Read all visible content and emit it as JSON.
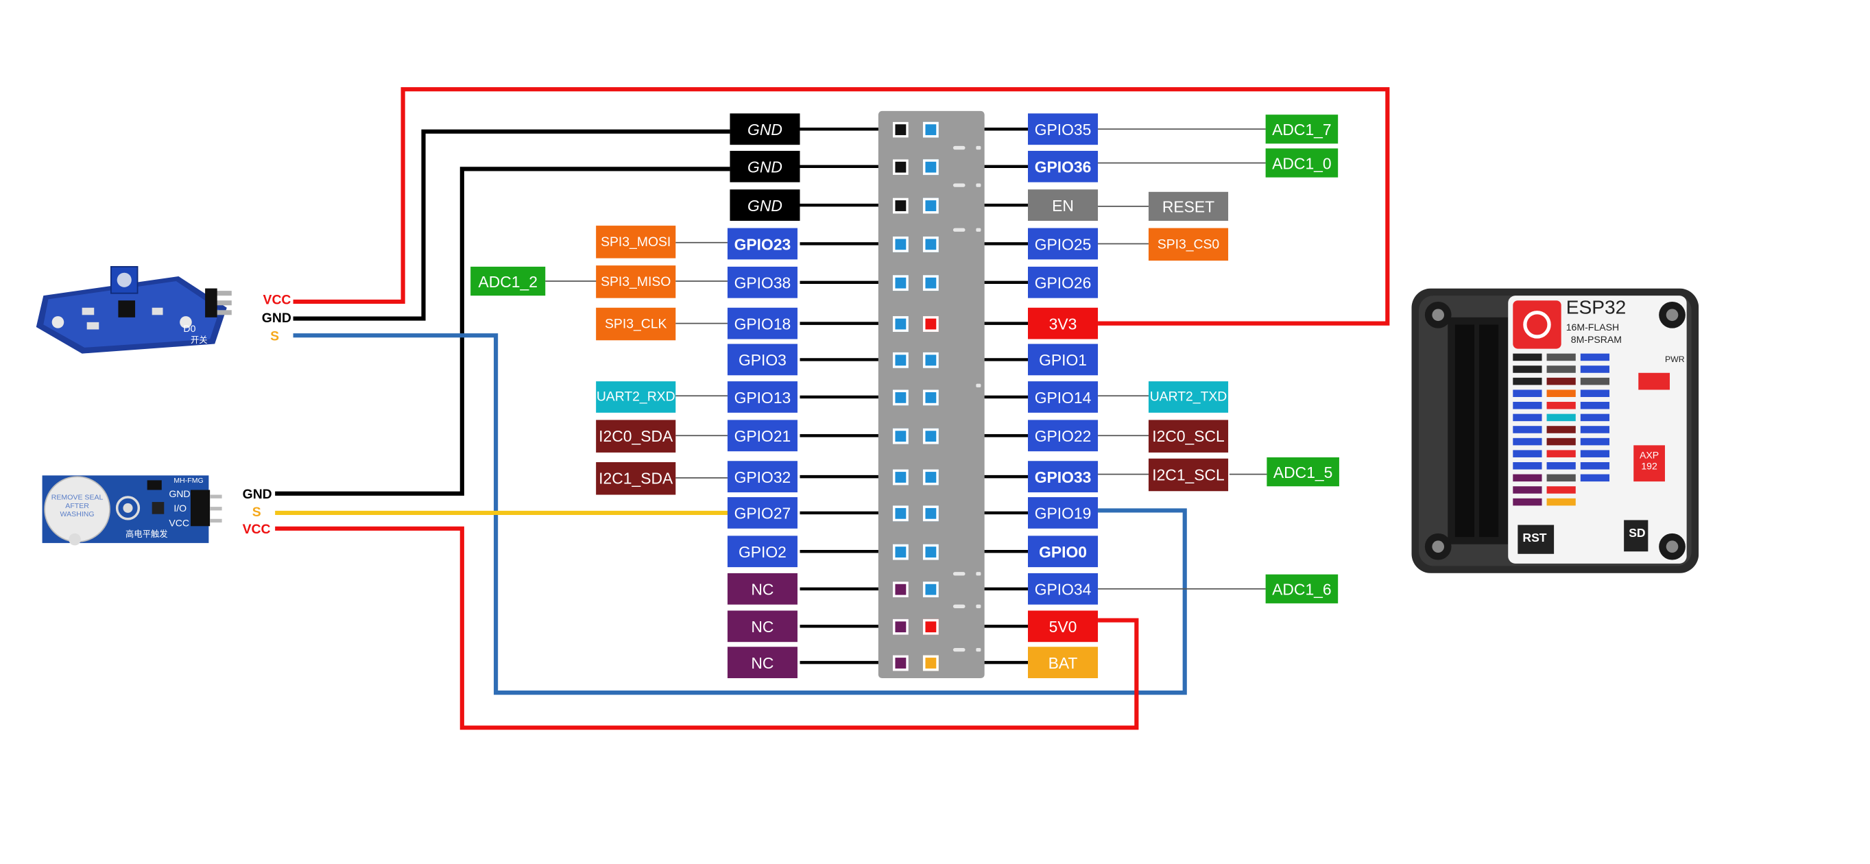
{
  "colors": {
    "gpio": "#2a4fd3",
    "gnd": "#000000",
    "power": "#ee1111",
    "bat": "#f5a81a",
    "nc": "#6b1b5e",
    "en": "#7a7a7a",
    "adc": "#1aa81a",
    "spi": "#f26b0f",
    "uart": "#11b5c7",
    "i2c": "#7a1a1a",
    "wire_red": "#ee1111",
    "wire_black": "#000000",
    "wire_blue": "#2f6db5",
    "wire_yellow": "#f5c518"
  },
  "left_pins": [
    {
      "label": "GND",
      "kind": "gnd"
    },
    {
      "label": "GND",
      "kind": "gnd"
    },
    {
      "label": "GND",
      "kind": "gnd"
    },
    {
      "label": "GPIO23",
      "kind": "gpio"
    },
    {
      "label": "GPIO38",
      "kind": "gpio"
    },
    {
      "label": "GPIO18",
      "kind": "gpio"
    },
    {
      "label": "GPIO3",
      "kind": "gpio"
    },
    {
      "label": "GPIO13",
      "kind": "gpio"
    },
    {
      "label": "GPIO21",
      "kind": "gpio"
    },
    {
      "label": "GPIO32",
      "kind": "gpio"
    },
    {
      "label": "GPIO27",
      "kind": "gpio"
    },
    {
      "label": "GPIO2",
      "kind": "gpio"
    },
    {
      "label": "NC",
      "kind": "nc"
    },
    {
      "label": "NC",
      "kind": "nc"
    },
    {
      "label": "NC",
      "kind": "nc"
    }
  ],
  "right_pins": [
    {
      "label": "GPIO35",
      "kind": "gpio"
    },
    {
      "label": "GPIO36",
      "kind": "gpio"
    },
    {
      "label": "EN",
      "kind": "en"
    },
    {
      "label": "GPIO25",
      "kind": "gpio"
    },
    {
      "label": "GPIO26",
      "kind": "gpio"
    },
    {
      "label": "3V3",
      "kind": "power"
    },
    {
      "label": "GPIO1",
      "kind": "gpio"
    },
    {
      "label": "GPIO14",
      "kind": "gpio"
    },
    {
      "label": "GPIO22",
      "kind": "gpio"
    },
    {
      "label": "GPIO33",
      "kind": "gpio"
    },
    {
      "label": "GPIO19",
      "kind": "gpio"
    },
    {
      "label": "GPIO0",
      "kind": "gpio"
    },
    {
      "label": "GPIO34",
      "kind": "gpio"
    },
    {
      "label": "5V0",
      "kind": "power"
    },
    {
      "label": "BAT",
      "kind": "bat"
    }
  ],
  "left_functions": {
    "spi3_mosi": "SPI3_MOSI",
    "spi3_miso": "SPI3_MISO",
    "spi3_clk": "SPI3_CLK",
    "adc1_2": "ADC1_2",
    "uart2_rxd": "UART2_RXD",
    "i2c0_sda": "I2C0_SDA",
    "i2c1_sda": "I2C1_SDA"
  },
  "right_functions": {
    "adc1_7": "ADC1_7",
    "adc1_0": "ADC1_0",
    "reset": "RESET",
    "spi3_cs0": "SPI3_CS0",
    "uart2_txd": "UART2_TXD",
    "i2c0_scl": "I2C0_SCL",
    "i2c1_scl": "I2C1_SCL",
    "adc1_5": "ADC1_5",
    "adc1_6": "ADC1_6"
  },
  "sensor_module": {
    "vcc": "VCC",
    "gnd": "GND",
    "s": "S",
    "silk_d0": "D0",
    "silk_cn": "开关"
  },
  "buzzer_module": {
    "gnd": "GND",
    "s": "S",
    "vcc": "VCC",
    "silk_brand": "MH-FMG",
    "silk_gnd": "GND",
    "silk_io": "I/O",
    "silk_vcc": "VCC",
    "silk_cn": "高电平触发",
    "sticker_text": "REMOVE SEAL AFTER WASHING"
  },
  "device": {
    "brand": "ESP32",
    "line1": "16M-FLASH",
    "line2": "8M-PSRAM",
    "button1": "PWR",
    "button2": "RST",
    "chip": "AXP 192",
    "sd": "SD"
  }
}
